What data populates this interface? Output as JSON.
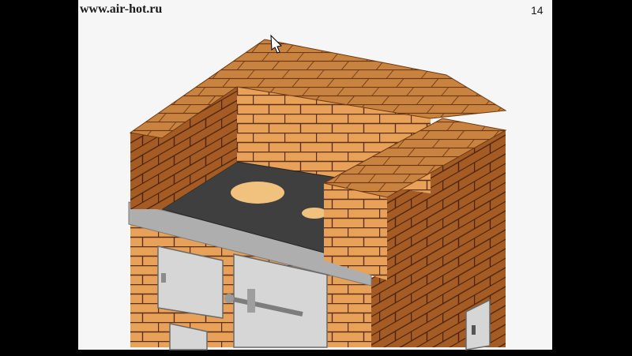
{
  "slide": {
    "site_label": "www.air-hot.ru",
    "page_number": "14"
  },
  "colors": {
    "brick_front": "#e7a158",
    "brick_side": "#a55b24",
    "brick_top": "#c98340",
    "mortar": "#5a2e0f",
    "steel_plate": "#3f3f3f",
    "steel_strip": "#aeaeae",
    "door": "#d6d6d6",
    "background": "#f6f6f6"
  },
  "scene": {
    "subject": "brick-stove-masonry-3d",
    "doors": [
      "firebox-door",
      "ash-door",
      "side-cleanout-door"
    ],
    "cooktop_holes": 2
  }
}
